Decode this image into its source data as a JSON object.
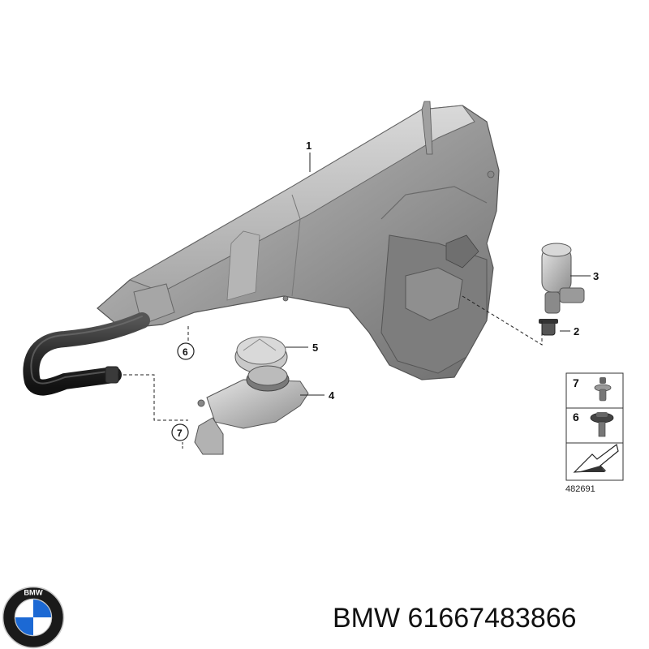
{
  "diagram": {
    "callouts": [
      "1",
      "2",
      "3",
      "4",
      "5",
      "6",
      "7"
    ],
    "circled_refs": [
      "6",
      "7"
    ],
    "legend": {
      "rows": [
        "7",
        "6"
      ],
      "reference_number": "482691"
    }
  },
  "caption": {
    "brand": "BMW",
    "part_number": "61667483866"
  },
  "logo": {
    "letters": "BMW",
    "colors": {
      "blue": "#1c69d4",
      "white": "#ffffff",
      "black": "#1a1a1a",
      "silver": "#c9c9c9"
    }
  }
}
